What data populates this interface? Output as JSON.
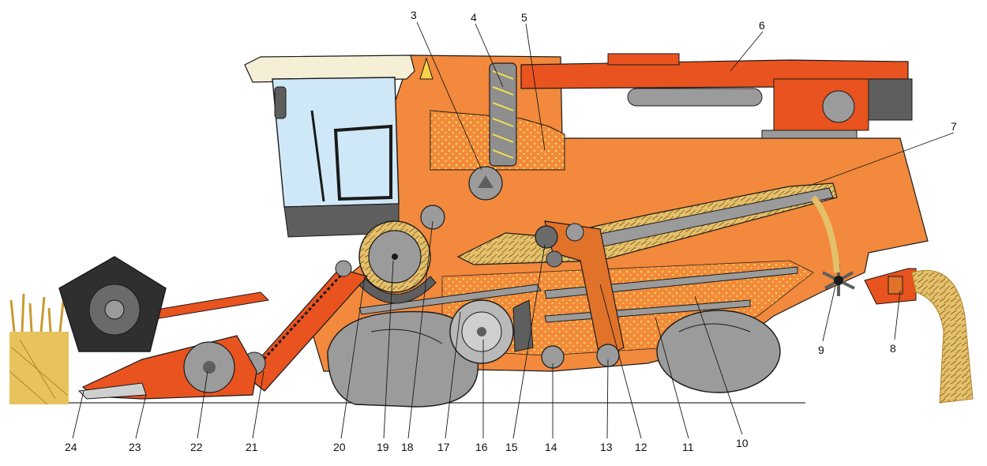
{
  "colors": {
    "body": "#f2893d",
    "body_shade": "#e0722a",
    "red_orange": "#e8531f",
    "grey": "#9b9b9b",
    "dark_grey": "#5e5e5e",
    "grain": "#f6e04c",
    "straw": "#d9b25a",
    "glass": "#cfe8f7",
    "roof": "#f5efd6",
    "line": "#1a1a1a"
  },
  "callouts": [
    {
      "label": "3"
    },
    {
      "label": "4"
    },
    {
      "label": "5"
    },
    {
      "label": "6"
    },
    {
      "label": "7"
    },
    {
      "label": "8"
    },
    {
      "label": "9"
    },
    {
      "label": "10"
    },
    {
      "label": "11"
    },
    {
      "label": "12"
    },
    {
      "label": "13"
    },
    {
      "label": "14"
    },
    {
      "label": "15"
    },
    {
      "label": "16"
    },
    {
      "label": "17"
    },
    {
      "label": "18"
    },
    {
      "label": "19"
    },
    {
      "label": "20"
    },
    {
      "label": "21"
    },
    {
      "label": "22"
    },
    {
      "label": "23"
    },
    {
      "label": "24"
    }
  ]
}
